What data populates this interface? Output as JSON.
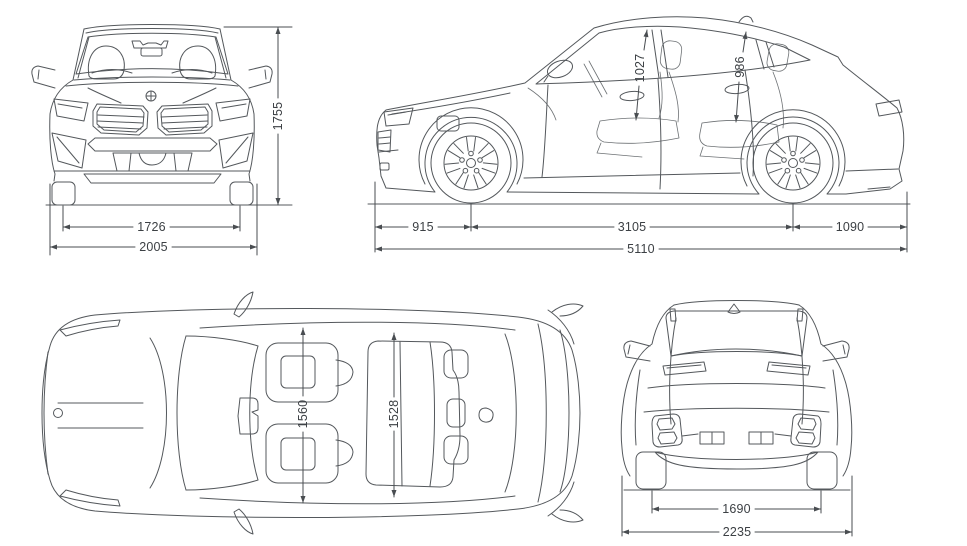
{
  "diagram": {
    "subject": "suv-four-view-dimension-blueprint",
    "colors": {
      "background": "#ffffff",
      "line": "#54585c",
      "dimension_text": "#3c4044"
    }
  },
  "views": {
    "front": {
      "overall_height": "1755",
      "front_track": "1726",
      "overall_width": "2005"
    },
    "side": {
      "front_headroom": "1027",
      "rear_headroom": "986",
      "front_overhang": "915",
      "wheelbase": "3105",
      "rear_overhang": "1090",
      "overall_length": "5110"
    },
    "top": {
      "front_interior_width": "1560",
      "rear_interior_width": "1528"
    },
    "rear": {
      "rear_track": "1690",
      "overall_width_with_mirrors": "2235"
    }
  }
}
